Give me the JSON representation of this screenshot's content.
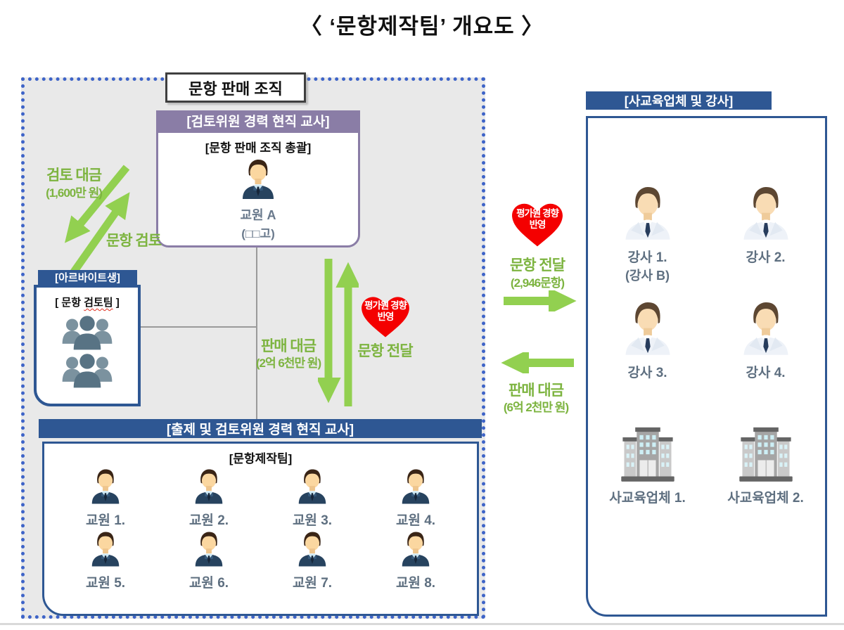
{
  "title": "〈 ‘문항제작팀’ 개요도 〉",
  "sales_org": {
    "label": "문항 판매 조직",
    "reviewer_panel": {
      "header": "[검토위원 경력 현직 교사]",
      "role": "[문항 판매 조직 총괄]",
      "person_name": "교원 A",
      "person_affiliation": "(□□고)"
    },
    "review_fee_label": "검토 대금",
    "review_fee_amount": "(1,600만 원)",
    "review_action": "문항 검토",
    "parttimer_panel": {
      "header": "[아르바이트생]",
      "team_label_pre": "[ 문항 ",
      "team_label_marked": "검토팀",
      "team_label_post": " ]"
    },
    "internal_payment_label": "판매 대금",
    "internal_payment_amount": "(2억 6천만 원)",
    "internal_badge_line1": "평가원 경향",
    "internal_badge_line2": "반영",
    "internal_delivery_label": "문항 전달",
    "maker_panel": {
      "header": "[출제 및 검토위원 경력 현직 교사]",
      "team_label": "[문항제작팀]",
      "members": [
        "교원 1.",
        "교원 2.",
        "교원 3.",
        "교원 4.",
        "교원 5.",
        "교원 6.",
        "교원 7.",
        "교원 8."
      ]
    }
  },
  "external": {
    "badge_line1": "평가원 경향",
    "badge_line2": "반영",
    "delivery_label": "문항 전달",
    "delivery_amount": "(2,946문항)",
    "payment_label": "판매 대금",
    "payment_amount": "(6억 2천만 원)"
  },
  "buyers_panel": {
    "header": "[사교육업체 및 강사]",
    "instructors": [
      {
        "name": "강사 1.",
        "alias": "(강사 B)"
      },
      {
        "name": "강사 2.",
        "alias": ""
      },
      {
        "name": "강사 3.",
        "alias": ""
      },
      {
        "name": "강사 4.",
        "alias": ""
      }
    ],
    "companies": [
      "사교육업체 1.",
      "사교육업체 2."
    ]
  },
  "colors": {
    "arrow_green": "#92d050",
    "text_green": "#7db440",
    "header_blue": "#2e5793",
    "dotted_blue": "#3e64c8",
    "purple": "#8a7da6",
    "heart_red": "#f40000",
    "label_slate": "#5e6f80",
    "boundary_gray": "#e9e9e9"
  }
}
